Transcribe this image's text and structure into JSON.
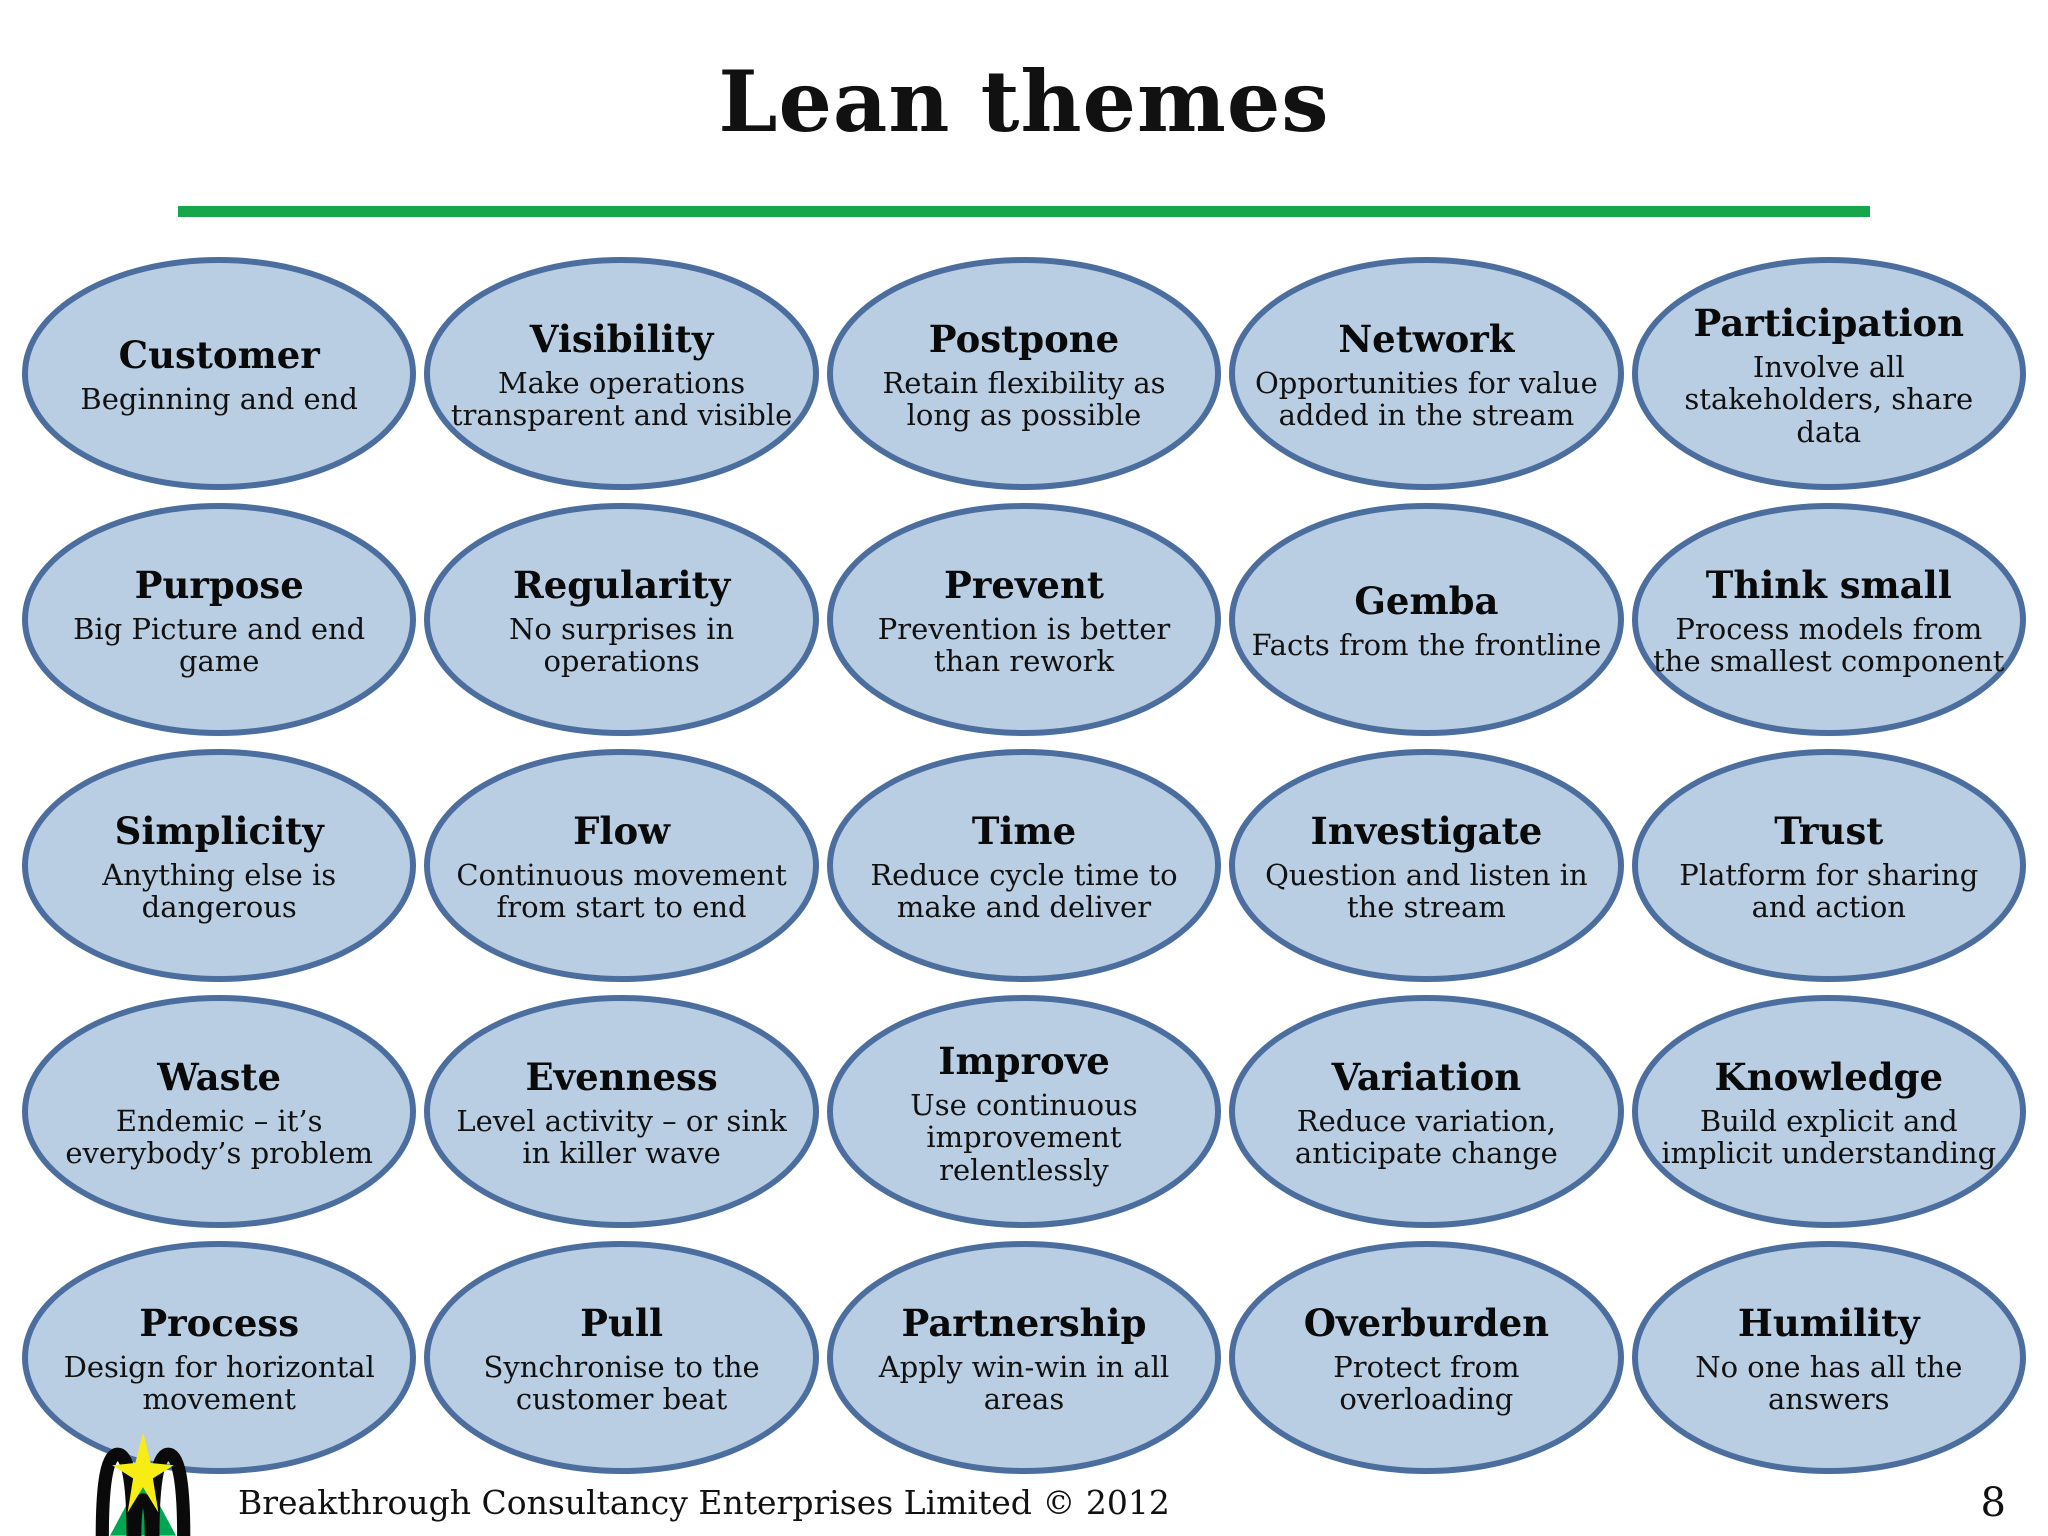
{
  "slide": {
    "title": "Lean themes",
    "footer": "Breakthrough Consultancy Enterprises Limited © 2012",
    "page_number": "8",
    "colors": {
      "divider_green": "#16a74c",
      "ellipse_fill": "#b9cde3",
      "ellipse_border": "#4b6e9e",
      "logo_green": "#00a651",
      "logo_star_yellow": "#f7ec13",
      "logo_black": "#0a0a0a"
    }
  },
  "themes": [
    {
      "title": "Customer",
      "desc": "Beginning and end"
    },
    {
      "title": "Visibility",
      "desc": "Make operations transparent and visible"
    },
    {
      "title": "Postpone",
      "desc": "Retain flexibility as long as possible"
    },
    {
      "title": "Network",
      "desc": "Opportunities for value added in the stream"
    },
    {
      "title": "Participation",
      "desc": "Involve all stakeholders, share data"
    },
    {
      "title": "Purpose",
      "desc": "Big Picture and end game"
    },
    {
      "title": "Regularity",
      "desc": "No surprises in operations"
    },
    {
      "title": "Prevent",
      "desc": "Prevention is better than rework"
    },
    {
      "title": "Gemba",
      "desc": "Facts from the frontline"
    },
    {
      "title": "Think small",
      "desc": "Process models from the smallest component"
    },
    {
      "title": "Simplicity",
      "desc": "Anything else is dangerous"
    },
    {
      "title": "Flow",
      "desc": "Continuous movement from start to end"
    },
    {
      "title": "Time",
      "desc": "Reduce cycle time to make and deliver"
    },
    {
      "title": "Investigate",
      "desc": "Question and listen in the stream"
    },
    {
      "title": "Trust",
      "desc": "Platform for sharing and action"
    },
    {
      "title": "Waste",
      "desc": "Endemic – it’s everybody’s problem"
    },
    {
      "title": "Evenness",
      "desc": "Level activity – or sink in killer wave"
    },
    {
      "title": "Improve",
      "desc": "Use continuous improvement relentlessly"
    },
    {
      "title": "Variation",
      "desc": "Reduce variation, anticipate change"
    },
    {
      "title": "Knowledge",
      "desc": "Build explicit and implicit understanding"
    },
    {
      "title": "Process",
      "desc": "Design for horizontal movement"
    },
    {
      "title": "Pull",
      "desc": "Synchronise to the customer beat"
    },
    {
      "title": "Partnership",
      "desc": "Apply win-win in all areas"
    },
    {
      "title": "Overburden",
      "desc": "Protect from overloading"
    },
    {
      "title": "Humility",
      "desc": "No one has all the answers"
    }
  ]
}
